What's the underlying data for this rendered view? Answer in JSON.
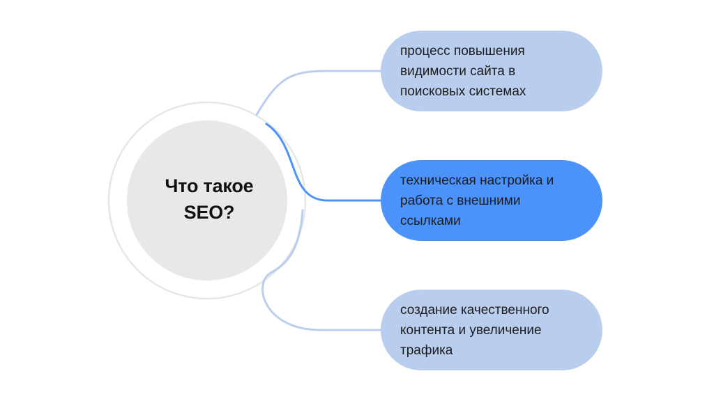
{
  "center": {
    "title_lines": [
      "Что такое",
      "SEO?"
    ]
  },
  "items": [
    {
      "lines": [
        "процесс повышения",
        "видимости сайта в",
        "поисковых системах"
      ],
      "highlighted": false
    },
    {
      "lines": [
        "техническая настройка и",
        "работа с внешними",
        "ссылками"
      ],
      "highlighted": true
    },
    {
      "lines": [
        "создание качественного",
        "контента и увеличение",
        "трафика"
      ],
      "highlighted": false
    }
  ],
  "colors": {
    "pill_light": "#b9cdee",
    "pill_accent": "#4b93fb",
    "connector_light": "#b9cdee",
    "connector_accent": "#4b93fb",
    "center_fill": "#e8e8ea",
    "outer_ring": "#e6e6e6",
    "text": "#111111"
  }
}
